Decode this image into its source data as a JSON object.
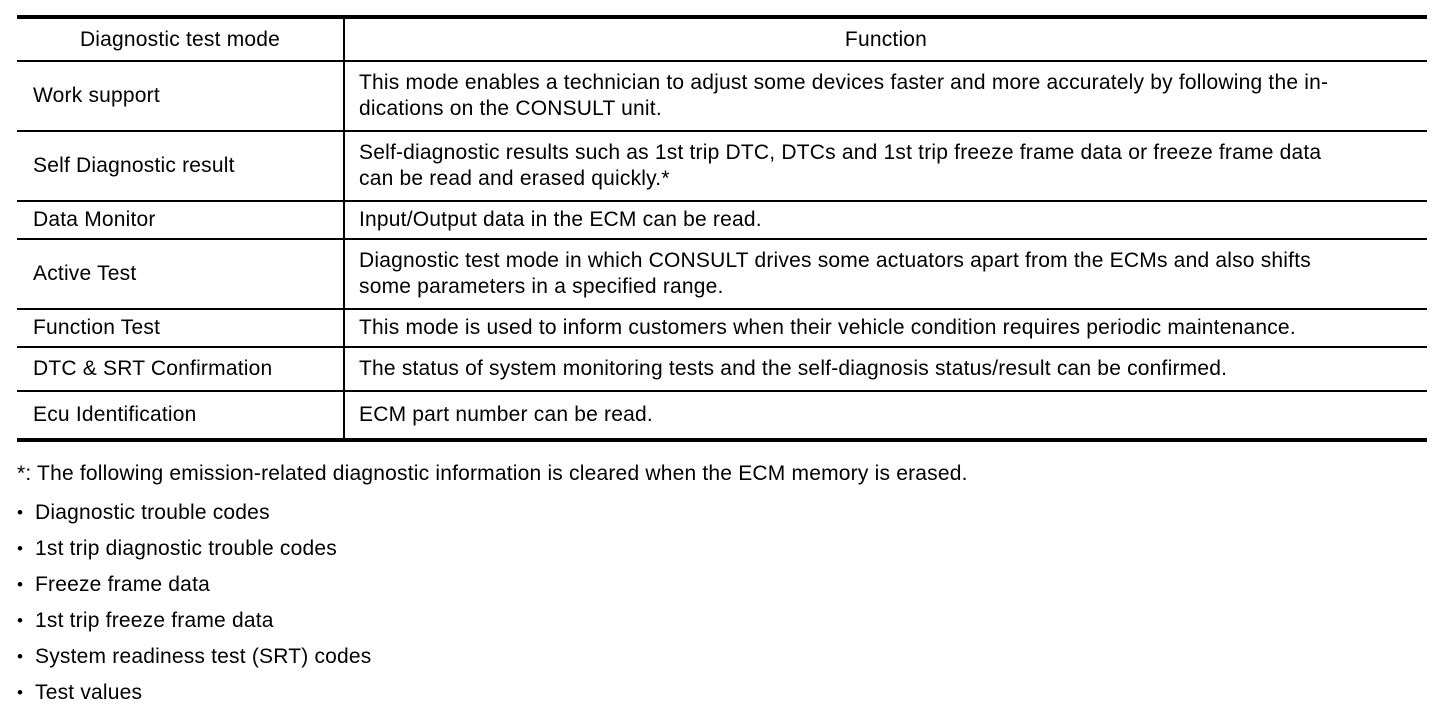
{
  "table": {
    "headers": {
      "mode": "Diagnostic test mode",
      "function": "Function"
    },
    "rows": [
      {
        "mode": "Work support",
        "function_lines": [
          "This mode enables a technician to adjust some devices faster and more accurately by following the in-",
          "dications on the CONSULT unit."
        ]
      },
      {
        "mode": "Self Diagnostic result",
        "function_lines": [
          "Self-diagnostic results such as 1st trip DTC, DTCs and 1st trip freeze frame data or freeze frame data",
          "can be read and erased quickly.*"
        ]
      },
      {
        "mode": "Data Monitor",
        "function_lines": [
          "Input/Output data in the ECM can be read."
        ]
      },
      {
        "mode": "Active Test",
        "function_lines": [
          "Diagnostic test mode in which CONSULT drives some actuators apart from the ECMs and also shifts",
          "some parameters in a specified range."
        ]
      },
      {
        "mode": "Function Test",
        "function_lines": [
          "This mode is used to inform customers when their vehicle condition requires periodic maintenance."
        ]
      },
      {
        "mode": "DTC & SRT Confirmation",
        "function_lines": [
          "The status of system monitoring tests and the self-diagnosis status/result can be confirmed."
        ]
      },
      {
        "mode": "Ecu Identification",
        "function_lines": [
          "ECM part number can be read."
        ]
      }
    ]
  },
  "footnote": {
    "text": "*: The following emission-related diagnostic information is cleared when the ECM memory is erased.",
    "bullet_char": "•",
    "bullets": [
      "Diagnostic trouble codes",
      "1st trip diagnostic trouble codes",
      "Freeze frame data",
      "1st trip freeze frame data",
      "System readiness test (SRT) codes",
      "Test values"
    ]
  },
  "colors": {
    "text": "#000000",
    "border": "#000000",
    "background": "#ffffff"
  }
}
